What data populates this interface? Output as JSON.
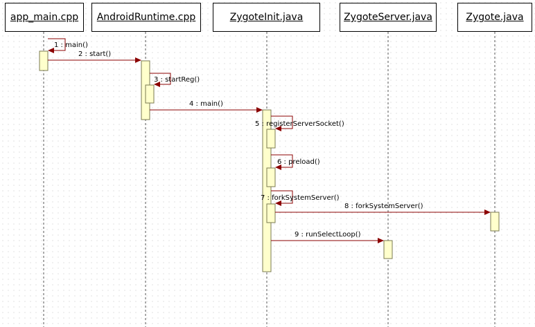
{
  "colors": {
    "lifeline": "#555555",
    "activation_fill": "#ffffcc",
    "activation_border": "#7a7a50",
    "arrow": "#8b0000"
  },
  "participants": [
    {
      "id": "app_main",
      "label": "app_main.cpp"
    },
    {
      "id": "android_runtime",
      "label": "AndroidRuntime.cpp"
    },
    {
      "id": "zygote_init",
      "label": "ZygoteInit.java"
    },
    {
      "id": "zygote_server",
      "label": "ZygoteServer.java"
    },
    {
      "id": "zygote",
      "label": "Zygote.java"
    }
  ],
  "messages": [
    {
      "n": 1,
      "label": "1 : main()",
      "from": "app_main",
      "to": "app_main"
    },
    {
      "n": 2,
      "label": "2 : start()",
      "from": "app_main",
      "to": "android_runtime"
    },
    {
      "n": 3,
      "label": "3 : startReg()",
      "from": "android_runtime",
      "to": "android_runtime"
    },
    {
      "n": 4,
      "label": "4 : main()",
      "from": "android_runtime",
      "to": "zygote_init"
    },
    {
      "n": 5,
      "label": "5 : registerServerSocket()",
      "from": "zygote_init",
      "to": "zygote_init"
    },
    {
      "n": 6,
      "label": "6 : preload()",
      "from": "zygote_init",
      "to": "zygote_init"
    },
    {
      "n": 7,
      "label": "7 : forkSystemServer()",
      "from": "zygote_init",
      "to": "zygote_init"
    },
    {
      "n": 8,
      "label": "8 : forkSystemServer()",
      "from": "zygote_init",
      "to": "zygote"
    },
    {
      "n": 9,
      "label": "9 : runSelectLoop()",
      "from": "zygote_init",
      "to": "zygote_server"
    }
  ]
}
